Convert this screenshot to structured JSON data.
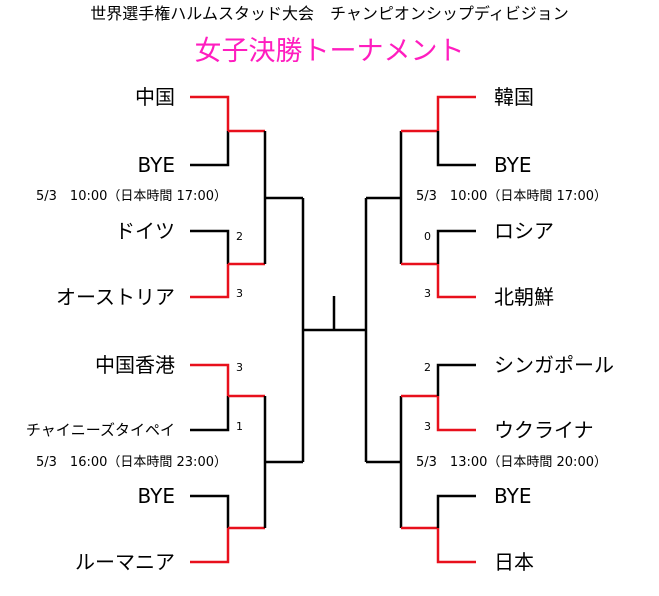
{
  "header": {
    "event": "世界選手権ハルムスタッド大会　チャンピオンシップディビジョン",
    "title": "女子決勝トーナメント"
  },
  "left": {
    "teams": [
      "中国",
      "BYE",
      "ドイツ",
      "オーストリア",
      "中国香港",
      "チャイニーズタイペイ",
      "BYE",
      "ルーマニア"
    ],
    "schedule": [
      "5/3　10:00（日本時間 17:00）",
      "5/3　16:00（日本時間 23:00）"
    ],
    "scores": [
      "2",
      "3",
      "3",
      "1"
    ]
  },
  "right": {
    "teams": [
      "韓国",
      "BYE",
      "ロシア",
      "北朝鮮",
      "シンガポール",
      "ウクライナ",
      "BYE",
      "日本"
    ],
    "schedule": [
      "5/3　10:00（日本時間 17:00）",
      "5/3　13:00（日本時間 20:00）"
    ],
    "scores": [
      "0",
      "3",
      "2",
      "3"
    ]
  },
  "colors": {
    "winner_line": "#e8101c",
    "line": "#000000",
    "title": "#ff1dbf"
  }
}
